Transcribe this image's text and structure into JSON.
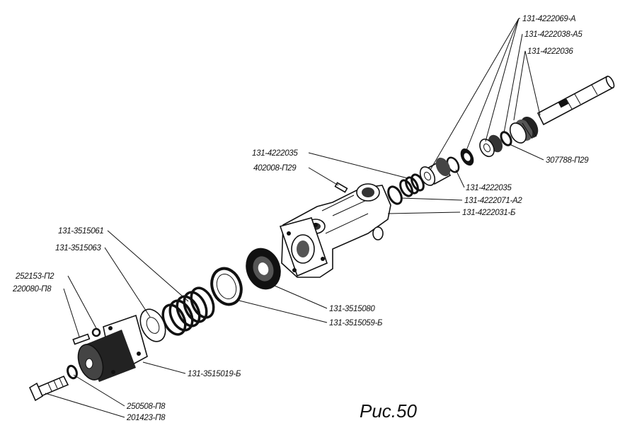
{
  "figure": {
    "caption": "Рис.50"
  },
  "labels": {
    "p_131_4222069_A": "131-4222069-А",
    "p_131_4222038_A5": "131-4222038-А5",
    "p_131_4222036": "131-4222036",
    "p_307788_P29": "307788-П29",
    "p_131_4222035_top": "131-4222035",
    "p_402008_P29": "402008-П29",
    "p_131_4222035_mid": "131-4222035",
    "p_131_4222071_A2": "131-4222071-А2",
    "p_131_4222031_B": "131-4222031-Б",
    "p_131_3515061": "131-3515061",
    "p_131_3515063": "131-3515063",
    "p_252153_P2": "252153-П2",
    "p_220080_P8": "220080-П8",
    "p_131_3515080": "131-3515080",
    "p_131_3515059_B": "131-3515059-Б",
    "p_131_3515019_B": "131-3515019-Б",
    "p_250508_P8": "250508-П8",
    "p_201423_P8": "201423-П8"
  }
}
